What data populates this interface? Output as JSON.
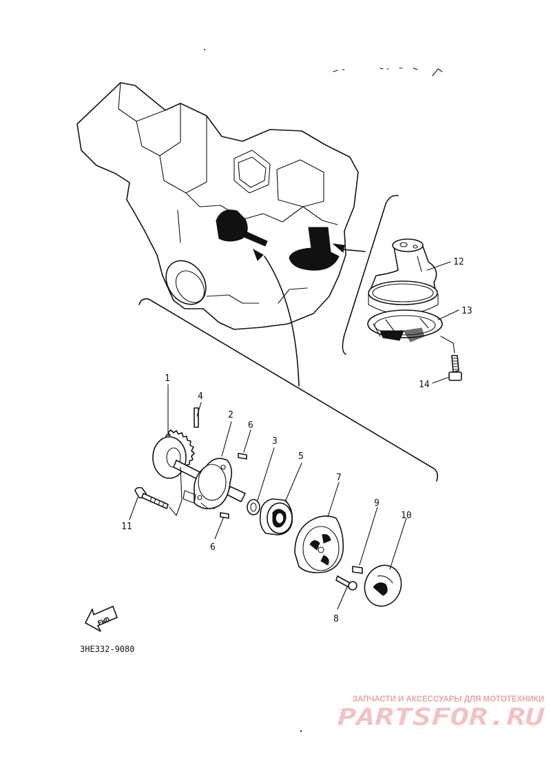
{
  "diagram": {
    "callouts": {
      "c1": "1",
      "c2": "2",
      "c3": "3",
      "c4": "4",
      "c5": "5",
      "c6a": "6",
      "c6b": "6",
      "c7": "7",
      "c8": "8",
      "c9": "9",
      "c10": "10",
      "c11": "11",
      "c12": "12",
      "c13": "13",
      "c14": "14"
    },
    "fwd_label": "FWD",
    "drawing_code": "3HE332-9080"
  },
  "watermark": {
    "tagline": "ЗАПЧАСТИ И АКСЕССУАРЫ ДЛЯ МОТОТЕХНИКИ",
    "brand": "PARTSFOR.RU",
    "colors": {
      "tagline": "#e8a5a5",
      "brand": "#f2c2c2"
    }
  }
}
